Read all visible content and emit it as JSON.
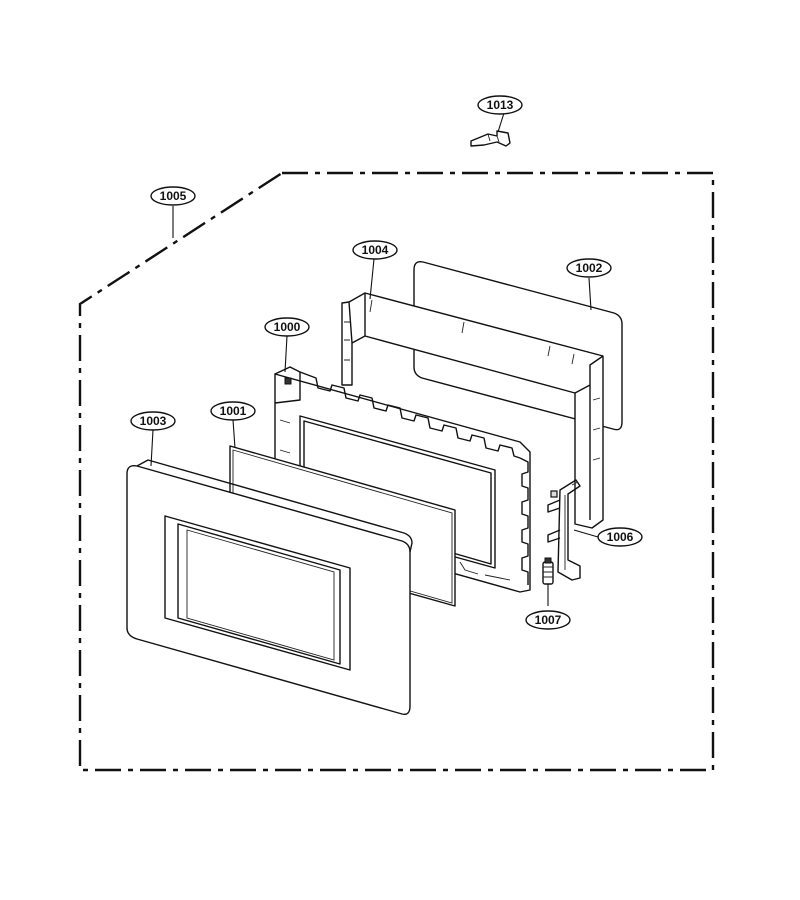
{
  "diagram": {
    "callouts": {
      "p1013": "1013",
      "p1005": "1005",
      "p1004": "1004",
      "p1002": "1002",
      "p1000": "1000",
      "p1001": "1001",
      "p1003": "1003",
      "p1006": "1006",
      "p1007": "1007"
    }
  }
}
